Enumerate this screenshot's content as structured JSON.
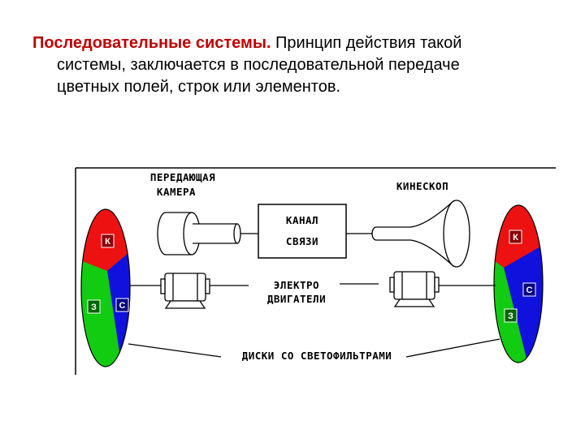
{
  "text": {
    "heading": "Последовательные системы.",
    "line1_rest": " Принцип действия такой",
    "line2": "системы, заключается в последовательной передаче",
    "line3": "цветных полей, строк или элементов."
  },
  "diagram": {
    "camera_label_1": "ПЕРЕДАЮЩАЯ",
    "camera_label_2": "КАМЕРА",
    "kinescope_label": "КИНЕСКОП",
    "channel_label_1": "КАНАЛ",
    "channel_label_2": "СВЯЗИ",
    "motors_label_1": "ЭЛЕКТРО",
    "motors_label_2": "ДВИГАТЕЛИ",
    "discs_label": "ДИСКИ СО СВЕТОФИЛЬТРАМИ",
    "left_disc": {
      "red": "К",
      "blue": "С",
      "green": "З"
    },
    "right_disc": {
      "red": "К",
      "blue": "С",
      "green": "З"
    },
    "colors": {
      "red": "#ee1111",
      "green": "#11cc11",
      "blue": "#1111dd"
    }
  }
}
